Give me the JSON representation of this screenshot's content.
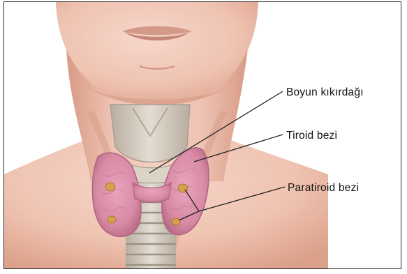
{
  "labels": {
    "cartilage": "Boyun kıkırdağı",
    "thyroid": "Tiroid bezi",
    "parathyroid": "Paratiroid bezi"
  },
  "colors": {
    "skin": "#f0c7b8",
    "skin_shadow": "#d99b86",
    "thyroid": "#d98aa6",
    "parathyroid": "#d4a04a",
    "cartilage": "#d8cfc2",
    "leader_line": "#222222",
    "frame_border": "#2a2a2a"
  }
}
